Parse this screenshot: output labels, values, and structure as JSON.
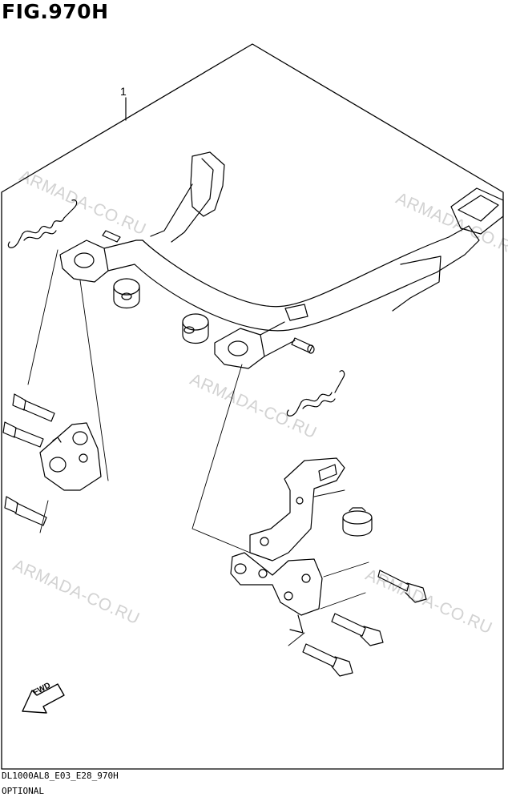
{
  "figure": {
    "title": "FIG.970H",
    "part_numbers": [
      "1"
    ],
    "fwd_label": "FWD"
  },
  "watermarks": [
    "ARMADA-CO.RU",
    "ARMADA-CO.RU",
    "ARMADA-CO.RU",
    "ARMADA-CO.RU",
    "ARMADA-CO.RU"
  ],
  "footer": {
    "code": "DL1000AL8_E03_E28_970H",
    "note": "OPTIONAL"
  }
}
